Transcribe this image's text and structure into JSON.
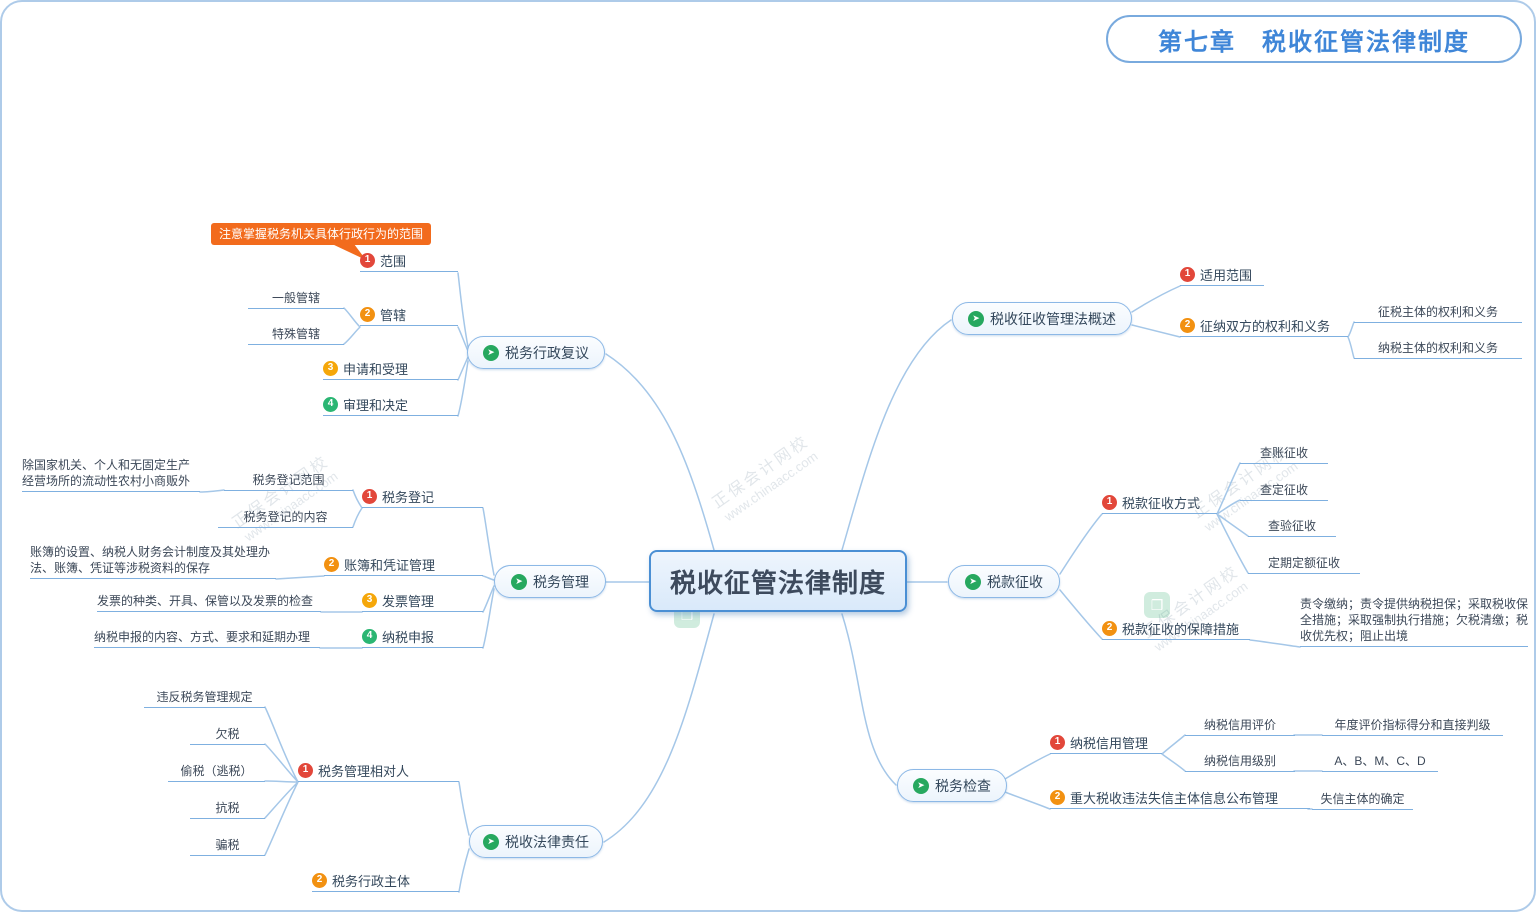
{
  "page": {
    "chapter_title": "第七章　税收征管法律制度"
  },
  "watermark": {
    "name": "正保会计网校",
    "site": "www.chinaacc.com"
  },
  "colors": {
    "accent_blue": "#4a8fd4",
    "line_blue": "#a5c7e8",
    "title_blue": "#3f86d8",
    "badge_red": "#e2473a",
    "badge_orange": "#f29111",
    "badge_amber": "#f5a70a",
    "badge_green": "#2bb673",
    "icon_green": "#27a85f",
    "callout_orange": "#f26b1d"
  },
  "center": {
    "label": "税收征管法律制度"
  },
  "callout": {
    "text": "注意掌握税务机关具体行政行为的范围"
  },
  "fuyi": {
    "label": "税务行政复议",
    "items": [
      {
        "num": "1",
        "label": "范围"
      },
      {
        "num": "2",
        "label": "管辖"
      },
      {
        "num": "3",
        "label": "申请和受理"
      },
      {
        "num": "4",
        "label": "审理和决定"
      }
    ],
    "guanxia_children": [
      {
        "label": "一般管辖"
      },
      {
        "label": "特殊管辖"
      }
    ]
  },
  "guanli": {
    "label": "税务管理",
    "items": [
      {
        "num": "1",
        "label": "税务登记"
      },
      {
        "num": "2",
        "label": "账簿和凭证管理"
      },
      {
        "num": "3",
        "label": "发票管理"
      },
      {
        "num": "4",
        "label": "纳税申报"
      }
    ],
    "dengji_children": [
      {
        "label": "税务登记范围"
      },
      {
        "label": "税务登记的内容"
      }
    ],
    "dengji_scope_note": "除国家机关、个人和无固定生产经营场所的流动性农村小商贩外",
    "zhangbu_note": "账簿的设置、纳税人财务会计制度及其处理办法、账簿、凭证等涉税资料的保存",
    "fapiao_note": "发票的种类、开具、保管以及发票的检查",
    "shenbao_note": "纳税申报的内容、方式、要求和延期办理"
  },
  "zeren": {
    "label": "税收法律责任",
    "items": [
      {
        "num": "1",
        "label": "税务管理相对人"
      },
      {
        "num": "2",
        "label": "税务行政主体"
      }
    ],
    "xiangduiren_children": [
      {
        "label": "违反税务管理规定"
      },
      {
        "label": "欠税"
      },
      {
        "label": "偷税（逃税）"
      },
      {
        "label": "抗税"
      },
      {
        "label": "骗税"
      }
    ]
  },
  "gaishu": {
    "label": "税收征收管理法概述",
    "items": [
      {
        "num": "1",
        "label": "适用范围"
      },
      {
        "num": "2",
        "label": "征纳双方的权利和义务"
      }
    ],
    "quanli_children": [
      {
        "label": "征税主体的权利和义务"
      },
      {
        "label": "纳税主体的权利和义务"
      }
    ]
  },
  "zhengshou": {
    "label": "税款征收",
    "items": [
      {
        "num": "1",
        "label": "税款征收方式"
      },
      {
        "num": "2",
        "label": "税款征收的保障措施"
      }
    ],
    "fangshi_children": [
      {
        "label": "查账征收"
      },
      {
        "label": "查定征收"
      },
      {
        "label": "查验征收"
      },
      {
        "label": "定期定额征收"
      }
    ],
    "baozhang_note": "责令缴纳；责令提供纳税担保；采取税收保全措施；采取强制执行措施；欠税清缴；税收优先权；阻止出境"
  },
  "jiancha": {
    "label": "税务检查",
    "items": [
      {
        "num": "1",
        "label": "纳税信用管理"
      },
      {
        "num": "2",
        "label": "重大税收违法失信主体信息公布管理"
      }
    ],
    "xinyong_children": [
      {
        "label": "纳税信用评价"
      },
      {
        "label": "纳税信用级别"
      }
    ],
    "pingjia_note": "年度评价指标得分和直接判级",
    "jibie_note": "A、B、M、C、D",
    "shixin_note": "失信主体的确定"
  }
}
